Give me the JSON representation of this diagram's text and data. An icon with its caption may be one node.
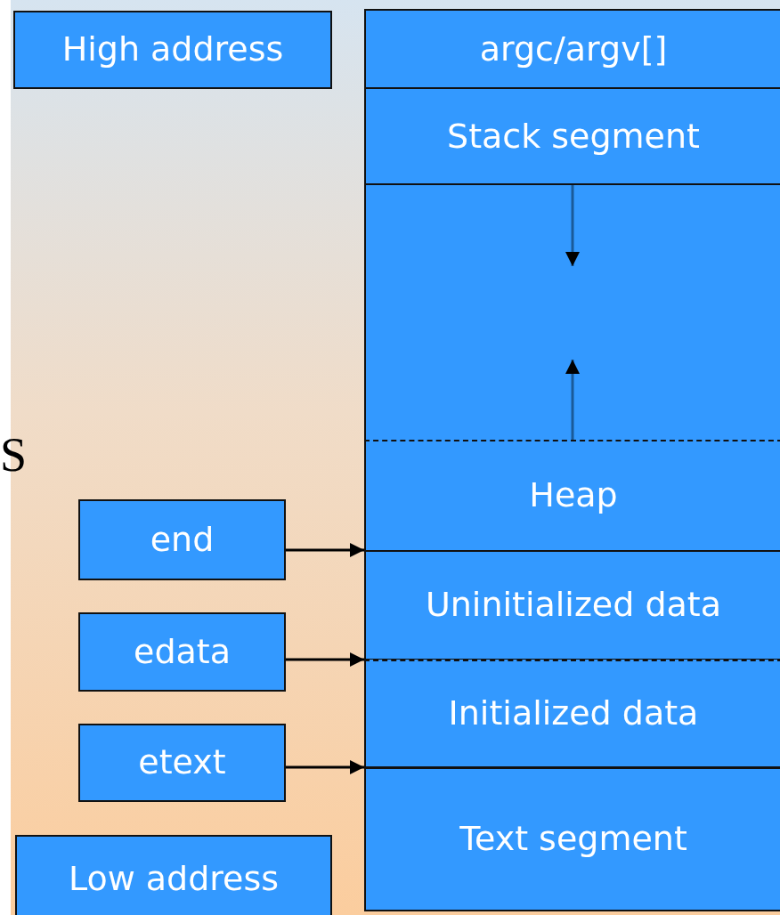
{
  "diagram": {
    "nodes": [
      {
        "text": [
          "High address"
        ]
      },
      {
        "text": [
          "argc/argv[]"
        ]
      },
      {
        "text": [
          "Stack segment"
        ]
      },
      {
        "text": [],
        "shape": "box"
      },
      {
        "text": [
          "Heap"
        ]
      },
      {
        "text": [
          "end"
        ]
      },
      {
        "text": [
          "Uninitialized data"
        ]
      },
      {
        "text": [
          "edata"
        ]
      },
      {
        "text": [
          "Initialized data"
        ]
      },
      {
        "text": [
          "etext"
        ]
      },
      {
        "text": [
          "Text segment"
        ]
      },
      {
        "text": [
          "Low address"
        ]
      }
    ],
    "edges": [
      {
        "from": 5,
        "to": 6,
        "arrow": "to"
      },
      {
        "from": 7,
        "to": 8,
        "arrow": "to"
      },
      {
        "from": 9,
        "to": 10,
        "arrow": "to"
      },
      {
        "from": 2,
        "to": 3,
        "arrow": "to",
        "color": "#1a5a99"
      },
      {
        "from": 4,
        "to": 3,
        "arrow": "to",
        "color": "#1a5a99"
      }
    ],
    "labels": [
      "S"
    ]
  }
}
